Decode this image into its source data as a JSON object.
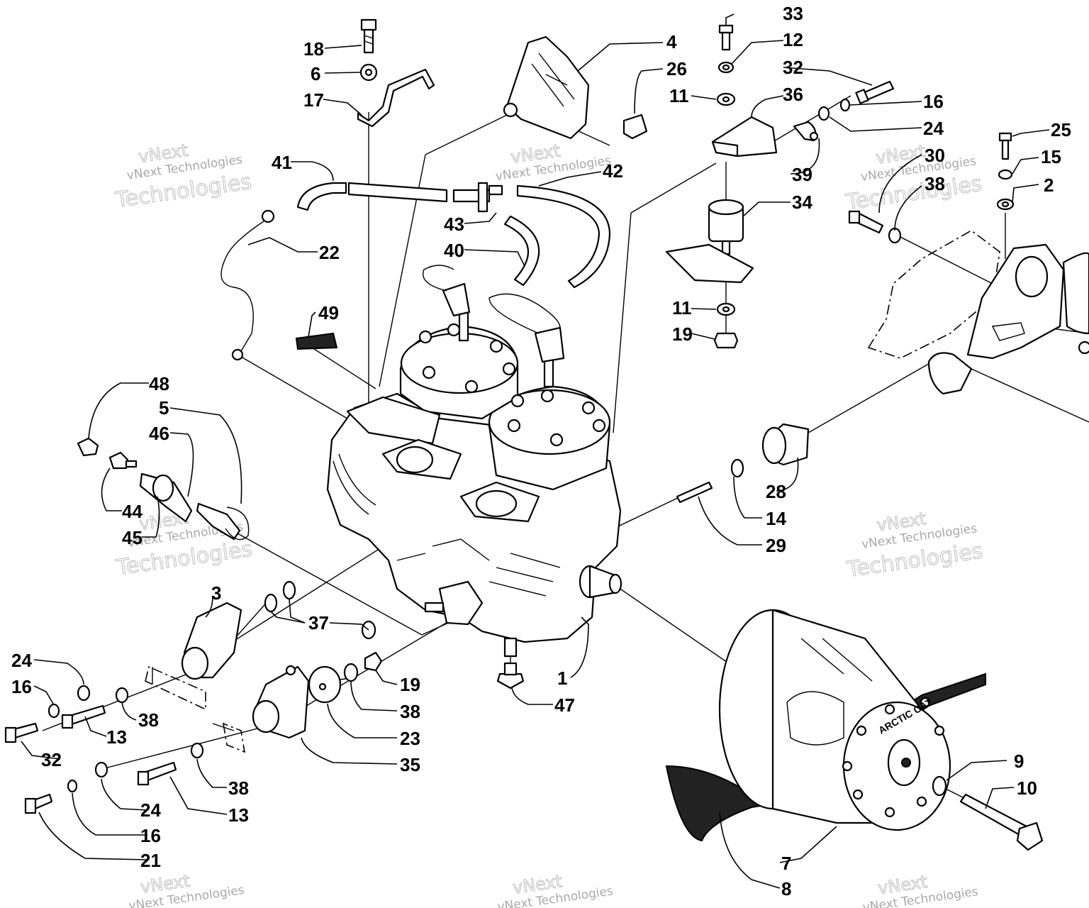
{
  "watermark": {
    "logo_text": "vNext",
    "line1": "vNext Technologies",
    "line2": "Technologies"
  },
  "callouts": [
    {
      "id": "c33a",
      "label": "33"
    },
    {
      "id": "c12",
      "label": "12"
    },
    {
      "id": "c32a",
      "label": "32"
    },
    {
      "id": "c11a",
      "label": "11"
    },
    {
      "id": "c36",
      "label": "36"
    },
    {
      "id": "c16a",
      "label": "16"
    },
    {
      "id": "c24a",
      "label": "24"
    },
    {
      "id": "c39",
      "label": "39"
    },
    {
      "id": "c34",
      "label": "34"
    },
    {
      "id": "c11b",
      "label": "11"
    },
    {
      "id": "c19a",
      "label": "19"
    },
    {
      "id": "c18",
      "label": "18"
    },
    {
      "id": "c6",
      "label": "6"
    },
    {
      "id": "c17",
      "label": "17"
    },
    {
      "id": "c4",
      "label": "4"
    },
    {
      "id": "c26",
      "label": "26"
    },
    {
      "id": "c41",
      "label": "41"
    },
    {
      "id": "c42",
      "label": "42"
    },
    {
      "id": "c43",
      "label": "43"
    },
    {
      "id": "c40",
      "label": "40"
    },
    {
      "id": "c22",
      "label": "22"
    },
    {
      "id": "c49",
      "label": "49"
    },
    {
      "id": "c25",
      "label": "25"
    },
    {
      "id": "c30",
      "label": "30"
    },
    {
      "id": "c15",
      "label": "15"
    },
    {
      "id": "c38a",
      "label": "38"
    },
    {
      "id": "c2",
      "label": "2"
    },
    {
      "id": "c48",
      "label": "48"
    },
    {
      "id": "c5",
      "label": "5"
    },
    {
      "id": "c46",
      "label": "46"
    },
    {
      "id": "c44",
      "label": "44"
    },
    {
      "id": "c45",
      "label": "45"
    },
    {
      "id": "c28",
      "label": "28"
    },
    {
      "id": "c14",
      "label": "14"
    },
    {
      "id": "c29",
      "label": "29"
    },
    {
      "id": "c3",
      "label": "3"
    },
    {
      "id": "c37",
      "label": "37"
    },
    {
      "id": "c24b",
      "label": "24"
    },
    {
      "id": "c16b",
      "label": "16"
    },
    {
      "id": "c38b",
      "label": "38"
    },
    {
      "id": "c13a",
      "label": "13"
    },
    {
      "id": "c32b",
      "label": "32"
    },
    {
      "id": "c19b",
      "label": "19"
    },
    {
      "id": "c38c",
      "label": "38"
    },
    {
      "id": "c23",
      "label": "23"
    },
    {
      "id": "c35",
      "label": "35"
    },
    {
      "id": "c38d",
      "label": "38"
    },
    {
      "id": "c13b",
      "label": "13"
    },
    {
      "id": "c24c",
      "label": "24"
    },
    {
      "id": "c16c",
      "label": "16"
    },
    {
      "id": "c21",
      "label": "21"
    },
    {
      "id": "c1",
      "label": "1"
    },
    {
      "id": "c47",
      "label": "47"
    },
    {
      "id": "c9",
      "label": "9"
    },
    {
      "id": "c10",
      "label": "10"
    },
    {
      "id": "c7",
      "label": "7"
    },
    {
      "id": "c8",
      "label": "8"
    }
  ],
  "clutch_text": "ARCTIC CAT"
}
